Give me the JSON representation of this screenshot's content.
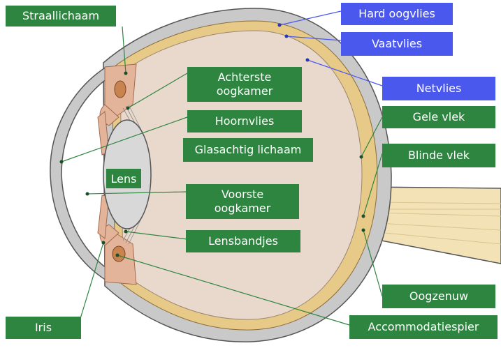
{
  "labels": {
    "straallichaam": "Straallichaam",
    "achterste_oogkamer": "Achterste\noogkamer",
    "hoornvlies": "Hoornvlies",
    "glasachtig_lichaam": "Glasachtig lichaam",
    "lens": "Lens",
    "voorste_oogkamer": "Voorste\noogkamer",
    "lensbandjes": "Lensbandjes",
    "iris": "Iris",
    "hard_oogvlies": "Hard oogvlies",
    "vaatvlies": "Vaatvlies",
    "netvlies": "Netvlies",
    "gele_vlek": "Gele vlek",
    "blinde_vlek": "Blinde vlek",
    "oogzenuw": "Oogzenuw",
    "accommodatiespier": "Accommodatiespier"
  },
  "colors": {
    "label_green": "#2e8540",
    "label_blue": "#4a58ee",
    "leader_green": "#2e8540",
    "leader_blue": "#4a58ee",
    "sclera": "#c9c9c9",
    "choroid": "#e7c988",
    "vitreous": "#e9d9cc",
    "lens": "#d8d8d8",
    "muscle": "#e3b49a",
    "outline": "#555555"
  }
}
